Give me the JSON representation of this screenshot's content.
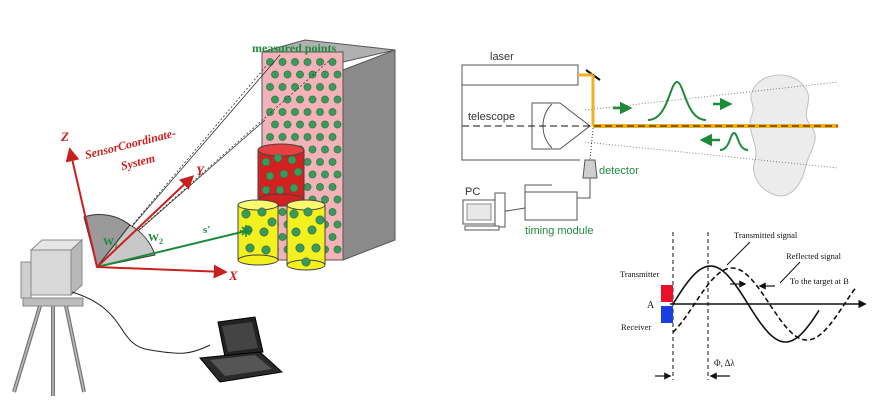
{
  "left_panel": {
    "measured_points": "measured points",
    "sensor_system_line1": "SensorCoordinate-",
    "sensor_system_line2": "System",
    "axis_x": "X",
    "axis_y": "Y",
    "axis_z": "Z",
    "angle_1": "W",
    "angle_1_sub": "1",
    "angle_2": "W",
    "angle_2_sub": "2",
    "ray_label": "s'"
  },
  "lidar_panel": {
    "laser": "laser",
    "telescope": "telescope",
    "detector": "detector",
    "pc": "PC",
    "timing_module": "timing module"
  },
  "phase_panel": {
    "transmitted_signal": "Transmitted signal",
    "reflected_signal": "Reflected signal",
    "target": "To the target at B",
    "transmitter": "Transmitter",
    "receiver": "Receiver",
    "point_a": "A",
    "phase_label": "Φ, Δλ"
  },
  "colors": {
    "axis_red": "#c8201e",
    "label_green": "#1e8a3c",
    "building_pink": "#f2b3b8",
    "dot_green": "#3a9a5c",
    "cylinder_yellow": "#f3f020",
    "cylinder_red": "#d42020",
    "beam_orange": "#f0b020",
    "transmitter_red": "#e8102a",
    "receiver_blue": "#1a3fe0"
  }
}
